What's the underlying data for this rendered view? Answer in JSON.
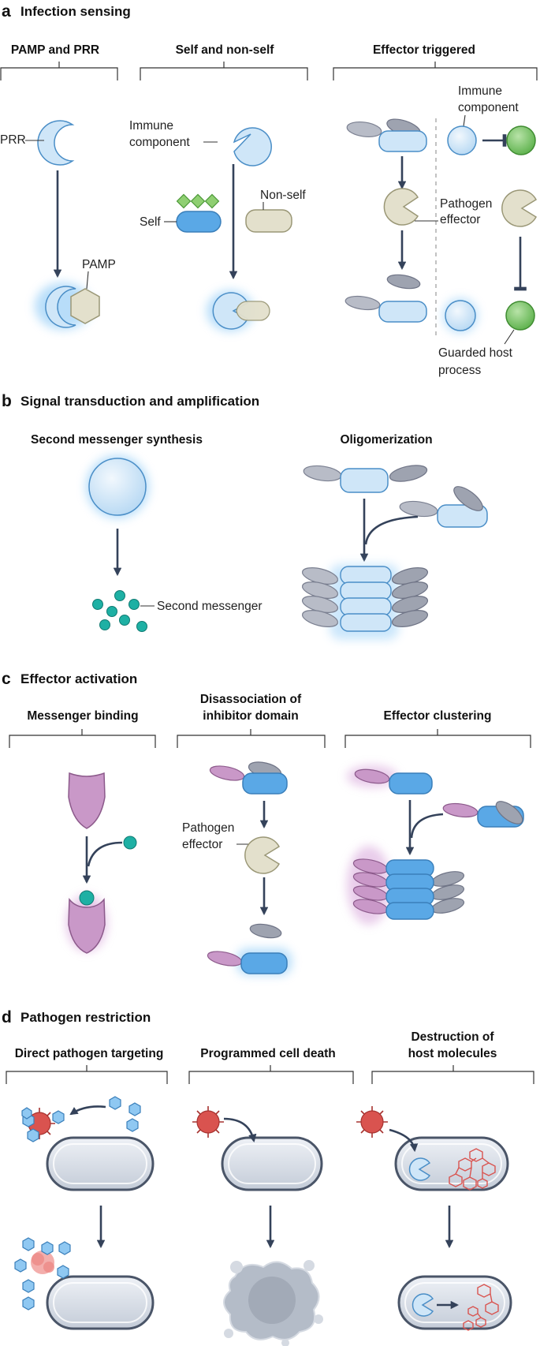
{
  "figure": {
    "colors": {
      "arrow": "#34425a",
      "light_blue": "#cfe6f8",
      "mid_blue": "#5aa8e6",
      "blue_stroke": "#4a8ec7",
      "gray_blob": "#a7acb9",
      "beige": "#e3e0cc",
      "green": "#7cc46e",
      "teal": "#1eb0a4",
      "purple": "#c998c8",
      "virus": "#d9534f",
      "cell_fill": "#d4dbe6"
    },
    "sections": [
      {
        "letter": "a",
        "title": "Infection sensing",
        "panels": [
          {
            "title": "PAMP and PRR",
            "labels": [
              "PRR",
              "PAMP"
            ]
          },
          {
            "title": "Self and non-self",
            "labels": [
              "Immune",
              "component",
              "Self",
              "Non-self"
            ]
          },
          {
            "title": "Effector triggered",
            "labels": [
              "Immune",
              "component",
              "Pathogen",
              "effector",
              "Guarded host",
              "process"
            ]
          }
        ]
      },
      {
        "letter": "b",
        "title": "Signal transduction and amplification",
        "panels": [
          {
            "title": "Second messenger synthesis",
            "labels": [
              "Second messenger"
            ]
          },
          {
            "title": "Oligomerization",
            "labels": []
          }
        ]
      },
      {
        "letter": "c",
        "title": "Effector activation",
        "panels": [
          {
            "title": "Messenger binding",
            "labels": []
          },
          {
            "title": "Disassociation of",
            "title_line2": "inhibitor domain",
            "labels": [
              "Pathogen",
              "effector"
            ]
          },
          {
            "title": "Effector clustering",
            "labels": []
          }
        ]
      },
      {
        "letter": "d",
        "title": "Pathogen restriction",
        "panels": [
          {
            "title": "Direct pathogen targeting",
            "labels": []
          },
          {
            "title": "Programmed cell death",
            "labels": []
          },
          {
            "title": "Destruction of",
            "title_line2": "host molecules",
            "labels": []
          }
        ]
      }
    ]
  }
}
